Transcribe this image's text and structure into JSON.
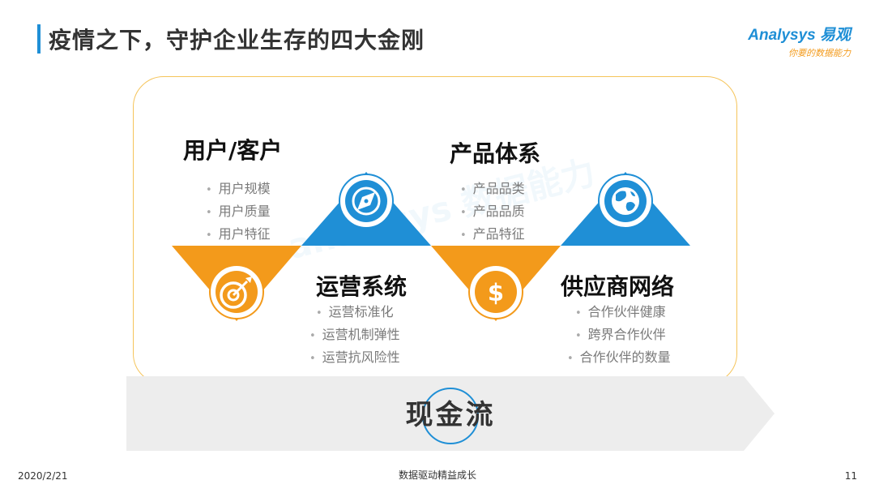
{
  "page": {
    "title": "疫情之下，守护企业生存的四大金刚"
  },
  "logo": {
    "brand": "Analysys 易观",
    "tagline": "你要的数据能力"
  },
  "diagram": {
    "items": [
      {
        "heading": "用户/客户",
        "bullets": [
          "用户规模",
          "用户质量",
          "用户特征"
        ],
        "icon": "target-icon",
        "color": "#f39a1b"
      },
      {
        "heading": "运营系统",
        "bullets": [
          "运营标准化",
          "运营机制弹性",
          "运营抗风险性"
        ],
        "icon": "compass-icon",
        "color": "#1f8fd6"
      },
      {
        "heading": "产品体系",
        "bullets": [
          "产品品类",
          "产品品质",
          "产品特征"
        ],
        "icon": "dollar-icon",
        "color": "#f39a1b"
      },
      {
        "heading": "供应商网络",
        "bullets": [
          "合作伙伴健康",
          "跨界合作伙伴",
          "合作伙伴的数量"
        ],
        "icon": "globe-icon",
        "color": "#1f8fd6"
      }
    ],
    "center_label": "现金流"
  },
  "footer": {
    "date": "2020/2/21",
    "center": "数据驱动精益成长",
    "page_number": "11"
  }
}
